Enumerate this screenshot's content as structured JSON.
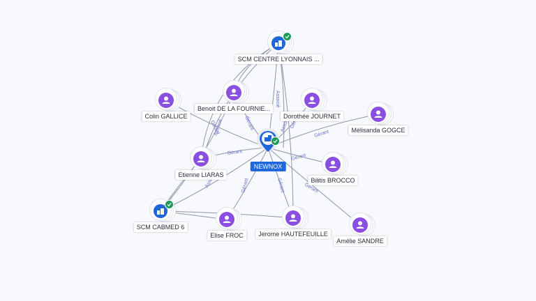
{
  "center": {
    "name": "NEWNOX",
    "verified": true
  },
  "companies": [
    {
      "id": "scm-centre",
      "name": "SCM CENTRE LYONNAIS ...",
      "verified": true
    },
    {
      "id": "scm-cabmed",
      "name": "SCM CABMED 6",
      "verified": true
    }
  ],
  "people": [
    {
      "id": "colin",
      "name": "Colin GALLICE"
    },
    {
      "id": "benoit",
      "name": "Benoit DE LA FOURNIE..."
    },
    {
      "id": "dorothee",
      "name": "Dorothée JOURNET"
    },
    {
      "id": "melisanda",
      "name": "Mélisanda GOGCE"
    },
    {
      "id": "etienne",
      "name": "Etienne LIARAS"
    },
    {
      "id": "bilitis",
      "name": "Bilitis BROCCO"
    },
    {
      "id": "elise",
      "name": "Elise FROC"
    },
    {
      "id": "jerome",
      "name": "Jerome HAUTEFEUILLE"
    },
    {
      "id": "amelie",
      "name": "Amélie SANDRE"
    }
  ],
  "edge_labels": {
    "gerant": "Gérant",
    "associe": "Associé"
  },
  "colors": {
    "person": "#8a4fe0",
    "company": "#1f66db",
    "verified": "#1c9a56",
    "edge_label": "#6a6fd0"
  }
}
